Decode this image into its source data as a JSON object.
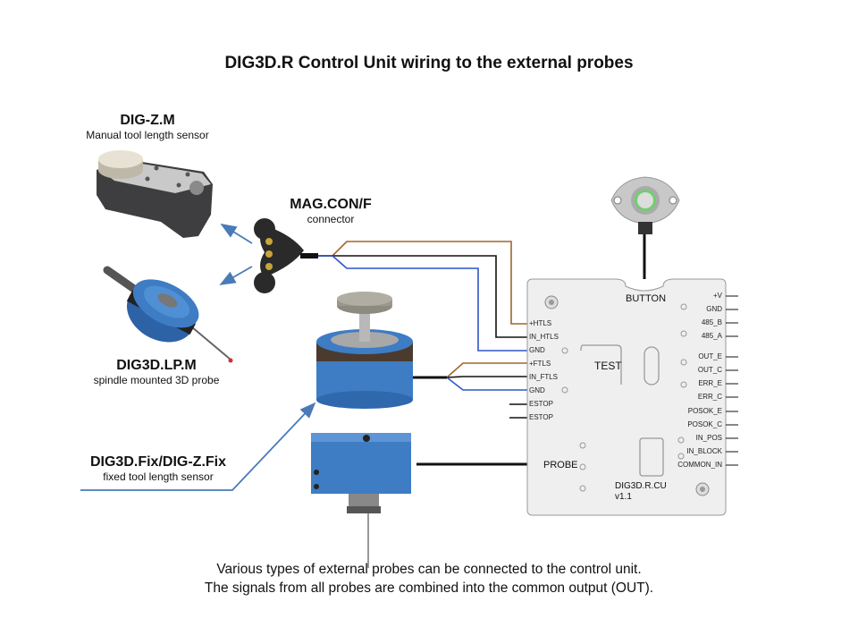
{
  "title": "DIG3D.R Control Unit wiring to the external probes",
  "probes": {
    "digzm": {
      "name": "DIG-Z.M",
      "desc": "Manual tool length sensor"
    },
    "connector": {
      "name": "MAG.CON/F",
      "desc": "connector"
    },
    "lp": {
      "name": "DIG3D.LP.M",
      "desc": "spindle mounted 3D probe"
    },
    "fix": {
      "name": "DIG3D.Fix/DIG-Z.Fix",
      "desc": "fixed tool length sensor"
    }
  },
  "unit": {
    "button_label": "BUTTON",
    "test_label": "TEST",
    "probe_label": "PROBE",
    "model": "DIG3D.R.CU",
    "version": "v1.1",
    "left_pins": [
      "+HTLS",
      "IN_HTLS",
      "GND",
      "+FTLS",
      "IN_FTLS",
      "GND",
      "ESTOP",
      "ESTOP"
    ],
    "right_pins": [
      "+V",
      "GND",
      "485_B",
      "485_A",
      "OUT_E",
      "OUT_C",
      "ERR_E",
      "ERR_C",
      "POSOK_E",
      "POSOK_C",
      "IN_POS",
      "IN_BLOCK",
      "COMMON_IN"
    ]
  },
  "caption": {
    "line1": "Various types of external probes can be connected to the control unit.",
    "line2": "The signals from all probes are combined into the common output (OUT)."
  },
  "colors": {
    "wire_brown": "#a0652a",
    "wire_blue": "#2f55c8",
    "wire_black": "#111111",
    "arrow_blue": "#4a7ab8",
    "probe_blue": "#3e7cc4",
    "panel": "#efefef"
  }
}
